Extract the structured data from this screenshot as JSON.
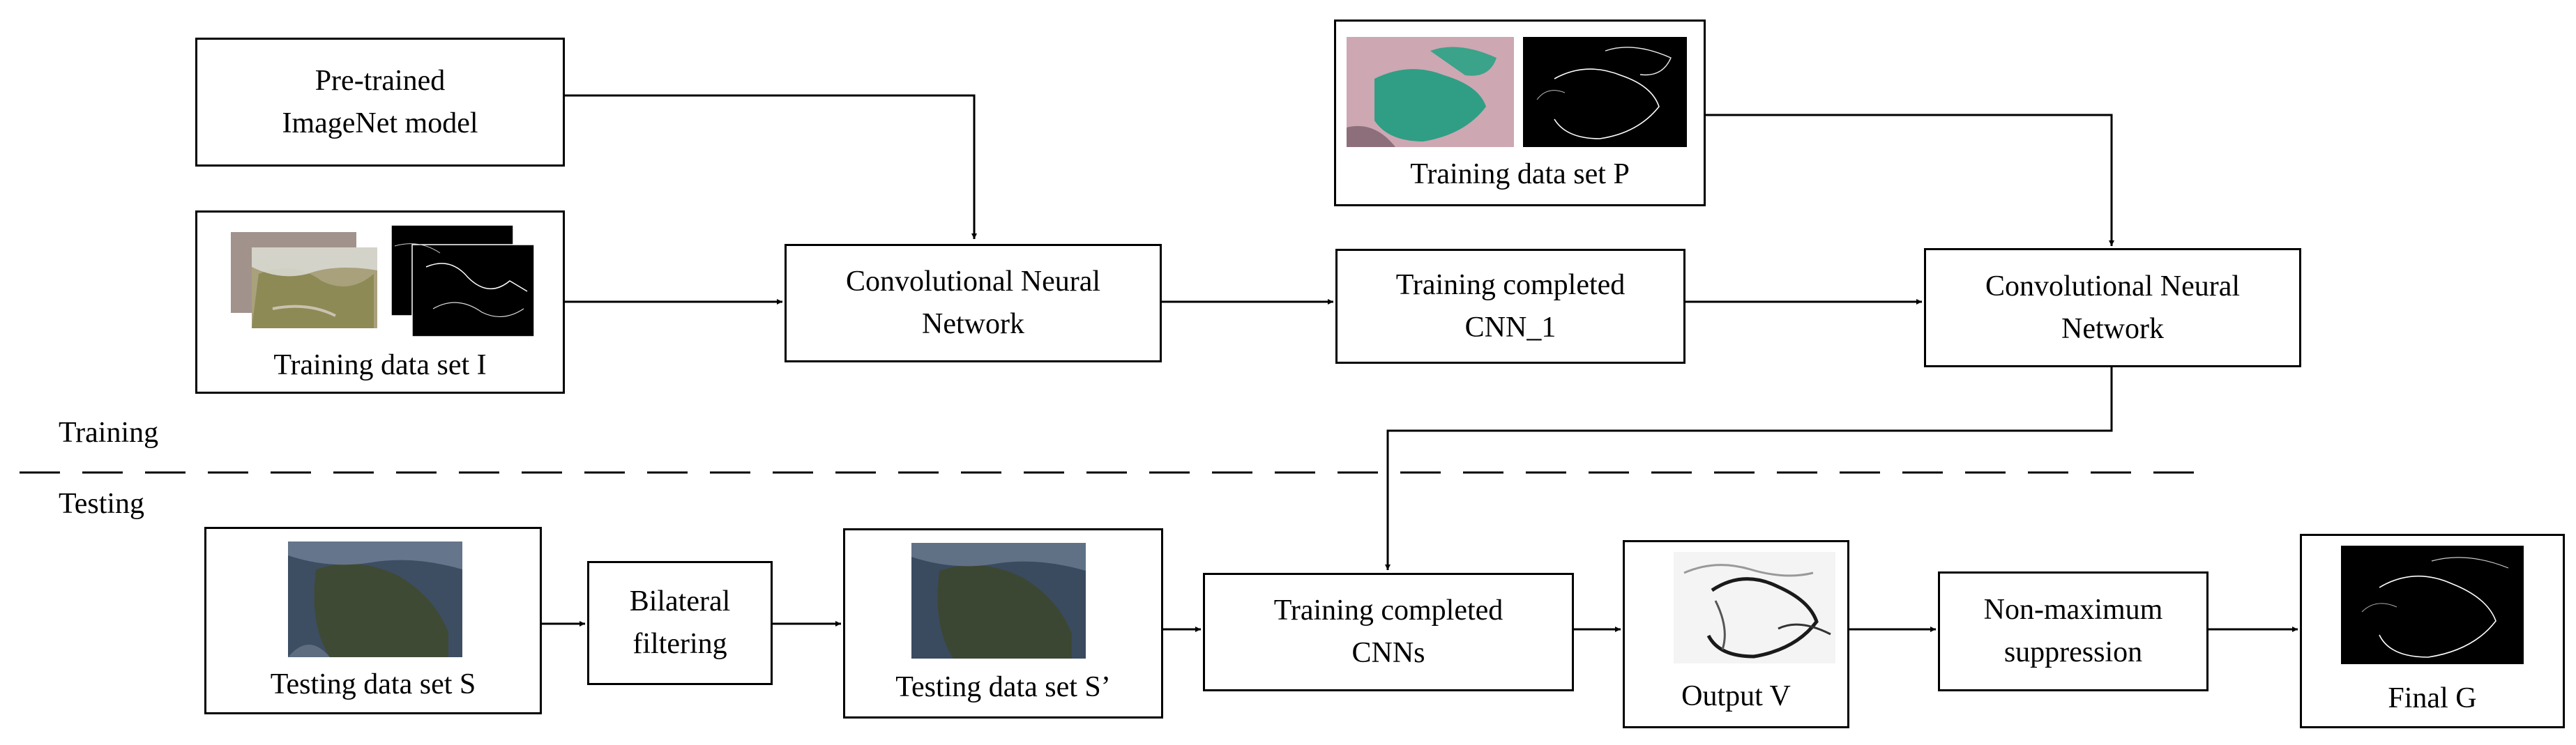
{
  "stage_labels": {
    "training": "Training",
    "testing": "Testing"
  },
  "nodes": {
    "pretrained": {
      "line1": "Pre-trained",
      "line2": "ImageNet model"
    },
    "cnn1": {
      "line1": "Convolutional Neural",
      "line2": "Network"
    },
    "completed1": {
      "line1": "Training completed",
      "line2": "CNN_1"
    },
    "cnn2": {
      "line1": "Convolutional Neural",
      "line2": "Network"
    },
    "bilateral": {
      "line1": "Bilateral",
      "line2": "filtering"
    },
    "completed_cnns": {
      "line1": "Training completed",
      "line2": "CNNs"
    },
    "nms": {
      "line1": "Non-maximum",
      "line2": "suppression"
    }
  },
  "image_nodes": {
    "training_set_i": "Training data set I",
    "training_set_p": "Training data set P",
    "testing_set_s": "Testing data set S",
    "testing_set_s_prime": "Testing data set S’",
    "output_v": "Output V",
    "final_g": "Final G"
  },
  "image_contents": {
    "training_i": [
      "remote-sensing-image-stack",
      "edge-map-stack"
    ],
    "training_p": [
      "remote-sensing-image",
      "edge-map"
    ],
    "testing_s": [
      "remote-sensing-image"
    ],
    "testing_s_prime": [
      "filtered-remote-sensing-image"
    ],
    "output_v": [
      "edge-probability-map"
    ],
    "final_g": [
      "thin-edge-map"
    ]
  },
  "colors": {
    "line": "#000000",
    "background": "#ffffff"
  }
}
